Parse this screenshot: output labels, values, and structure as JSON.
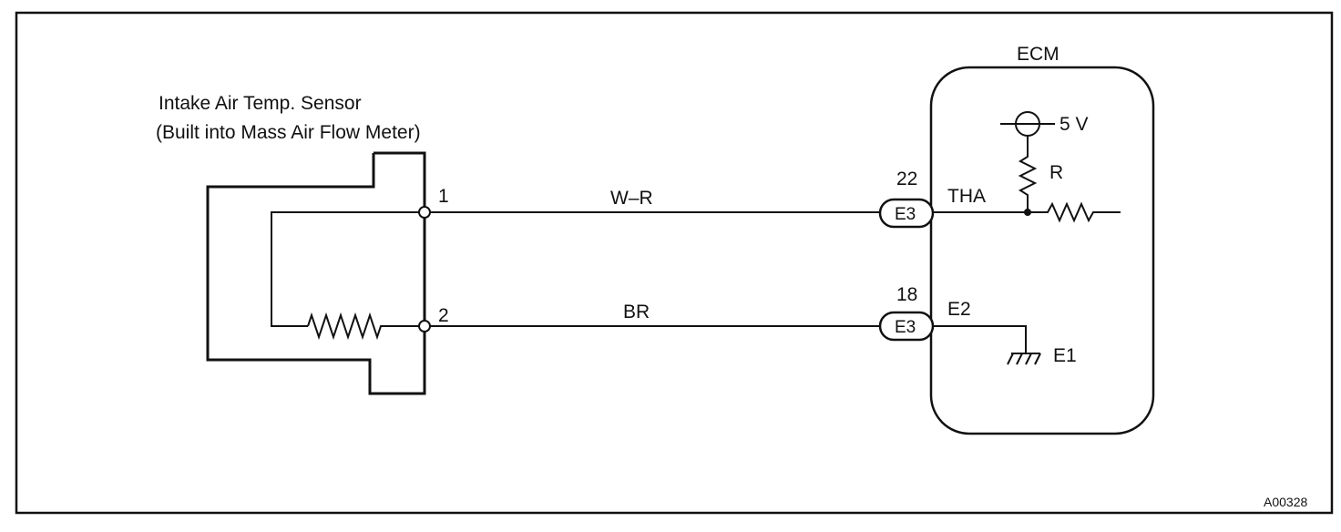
{
  "sensor": {
    "title_line1": "Intake Air Temp. Sensor",
    "title_line2": "(Built into Mass Air Flow Meter)",
    "pin1": "1",
    "pin2": "2"
  },
  "wires": {
    "wire1_color": "W–R",
    "wire2_color": "BR"
  },
  "connectors": {
    "c1_pin": "22",
    "c1_label": "E3",
    "c2_pin": "18",
    "c2_label": "E3"
  },
  "ecm": {
    "title": "ECM",
    "supply": "5 V",
    "resistor": "R",
    "signal": "THA",
    "ground_term": "E2",
    "ground": "E1"
  },
  "figure_id": "A00328"
}
